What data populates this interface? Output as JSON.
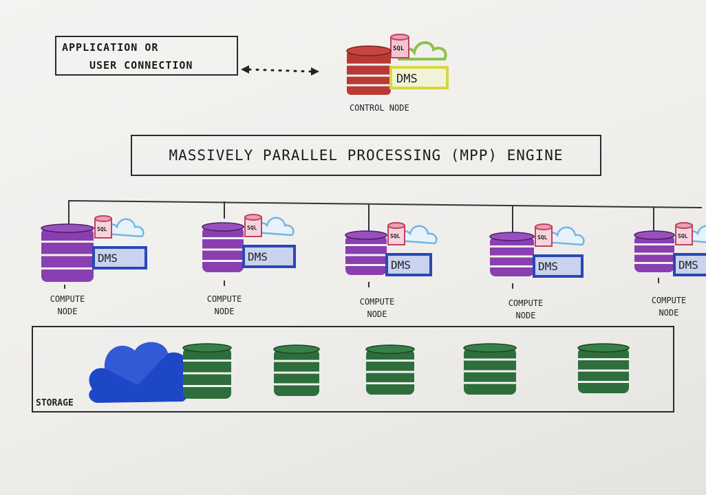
{
  "app": {
    "line1": "APPLICATION OR",
    "line2": "USER CONNECTION"
  },
  "control": {
    "label": "CONTROL NODE",
    "sql": "SQL",
    "dms": "DMS"
  },
  "engine": {
    "title": "MASSIVELY PARALLEL PROCESSING (MPP) ENGINE"
  },
  "compute_nodes": [
    {
      "line1": "COMPUTE",
      "line2": "NODE",
      "sql": "SQL",
      "dms": "DMS"
    },
    {
      "line1": "COMPUTE",
      "line2": "NODE",
      "sql": "SQL",
      "dms": "DMS"
    },
    {
      "line1": "COMPUTE",
      "line2": "NODE",
      "sql": "SQL",
      "dms": "DMS"
    },
    {
      "line1": "COMPUTE",
      "line2": "NODE",
      "sql": "SQL",
      "dms": "DMS"
    },
    {
      "line1": "COMPUTE",
      "line2": "NODE",
      "sql": "SQL",
      "dms": "DMS"
    }
  ],
  "storage": {
    "label": "STORAGE"
  },
  "colors": {
    "control_db": "#b83a34",
    "compute_db": "#8a3fb0",
    "storage_db": "#2d6e3c",
    "dms_border_control": "#d8d640",
    "dms_border_compute": "#2a48b5",
    "cloud_control": "#8cc24a",
    "cloud_compute": "#6fb6e2",
    "cloud_storage": "#1e47c8",
    "sql_can": "#e8a0b4"
  }
}
